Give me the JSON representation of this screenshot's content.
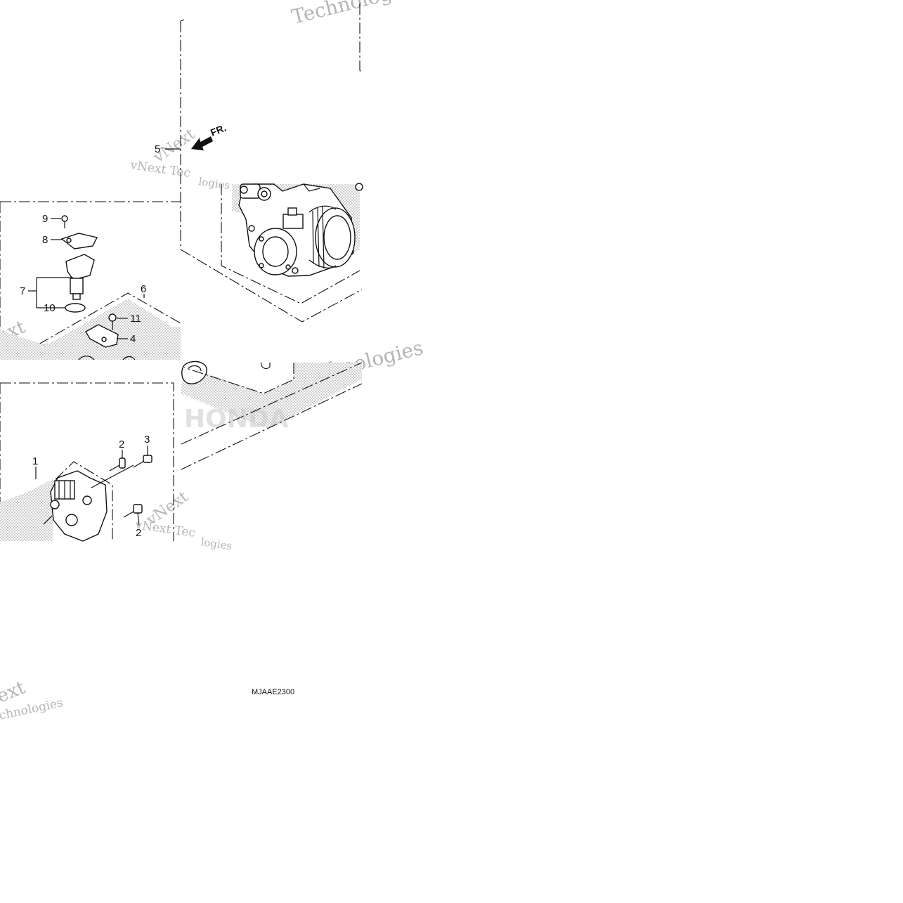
{
  "callouts": {
    "c1": "1",
    "c2a": "2",
    "c2b": "2",
    "c3": "3",
    "c4": "4",
    "c5": "5",
    "c6": "6",
    "c7": "7",
    "c8": "8",
    "c9": "9",
    "c10": "10",
    "c11": "11"
  },
  "direction_label": "FR.",
  "diagram_code": "MJAAE2300",
  "watermarks": {
    "techno": "Technologies",
    "vnext_tech": "vNext Tec",
    "vnext": "vNext",
    "next": "ext",
    "logies": "logies",
    "chnologies": "chnologies",
    "brand": "HONDA"
  }
}
